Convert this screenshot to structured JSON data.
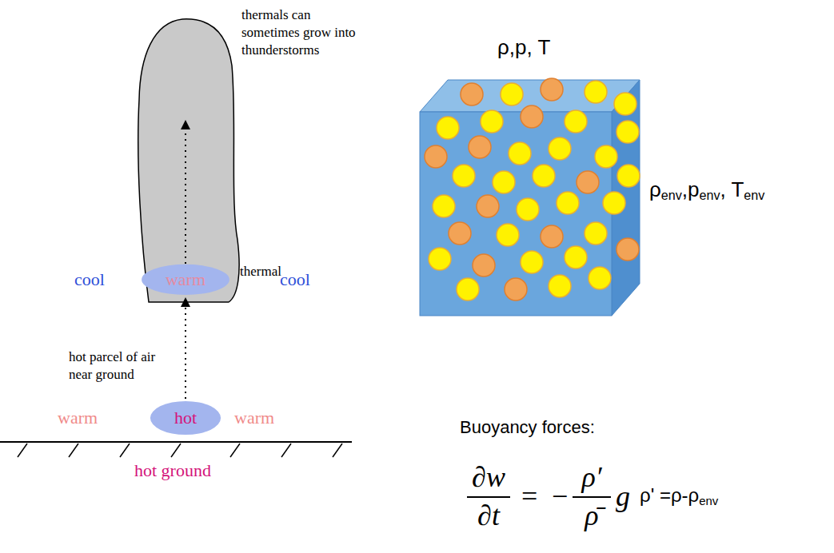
{
  "diagram": {
    "nodes": [
      {
        "text": [
          "hot"
        ]
      },
      {
        "text": [
          "warm"
        ]
      }
    ],
    "edges": [
      {
        "from": 0,
        "to": 1,
        "arrow": "to"
      }
    ],
    "labels": [
      "thermals can sometimes grow into thunderstorms",
      "thermal",
      "cool",
      "cool",
      "hot parcel of air near ground",
      "warm",
      "warm",
      "hot ground",
      "ρ,p, T",
      "ρenv,penv, Tenv",
      "Buoyancy forces:",
      "∂w",
      "∂t",
      "=",
      "−",
      "ρ′",
      "ρ̄",
      "g",
      "ρ' =ρ-ρenv"
    ]
  }
}
